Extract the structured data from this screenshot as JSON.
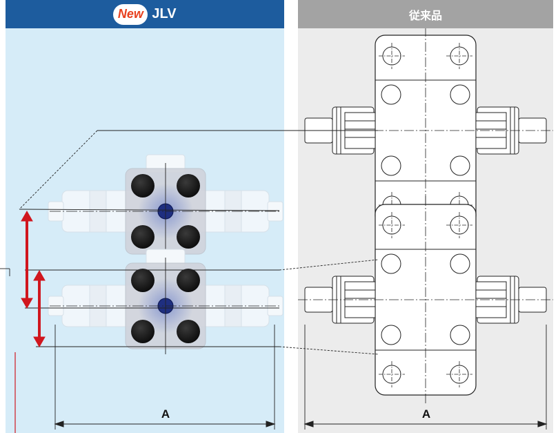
{
  "left_panel": {
    "badge": "New",
    "title": "JLV",
    "dimension_label": "A",
    "background_color": "#d6ecf8",
    "header_color": "#1d5c9e",
    "arrow_color": "#d0161e"
  },
  "right_panel": {
    "title": "従来品",
    "dimension_label": "A",
    "background_color": "#ececec",
    "header_color": "#a3a3a3"
  }
}
